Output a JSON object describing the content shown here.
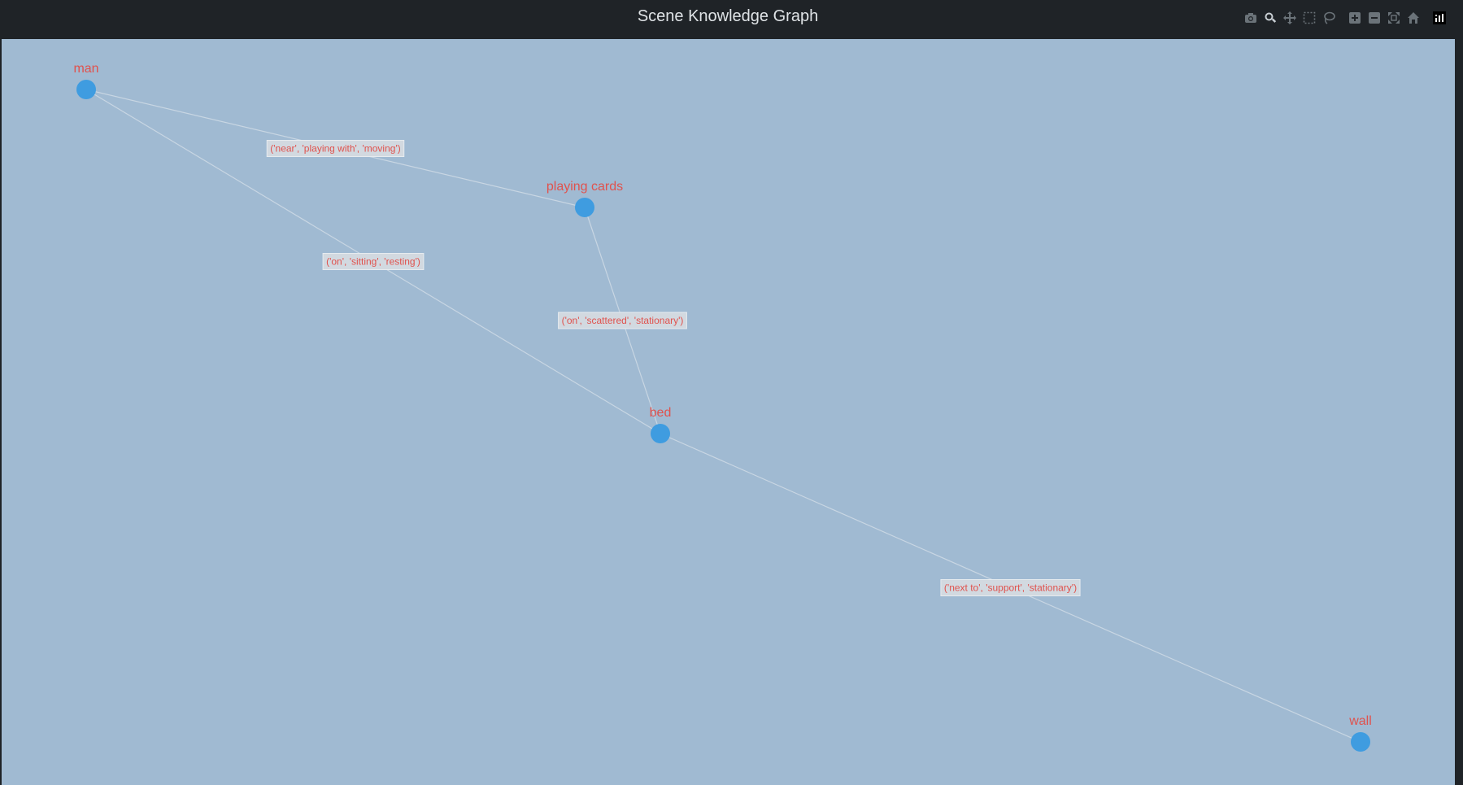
{
  "title": "Scene Knowledge Graph",
  "colors": {
    "background": "#1f2327",
    "plot_bg": "#a0bad2",
    "node": "#3f9ce0",
    "edge": "#c8d6e3",
    "label": "#e0524d",
    "title": "#dfe3e6"
  },
  "modebar": [
    {
      "name": "camera-icon",
      "label": "Download plot as a png"
    },
    {
      "name": "zoom-icon",
      "label": "Zoom"
    },
    {
      "name": "pan-icon",
      "label": "Pan"
    },
    {
      "name": "box-select-icon",
      "label": "Box Select"
    },
    {
      "name": "lasso-select-icon",
      "label": "Lasso Select"
    },
    {
      "name": "zoom-in-icon",
      "label": "Zoom in"
    },
    {
      "name": "zoom-out-icon",
      "label": "Zoom out"
    },
    {
      "name": "autoscale-icon",
      "label": "Autoscale"
    },
    {
      "name": "reset-axes-icon",
      "label": "Reset axes"
    },
    {
      "name": "plotly-logo-icon",
      "label": "Produced with Plotly"
    }
  ],
  "nodes": [
    {
      "id": "man",
      "label": "man"
    },
    {
      "id": "playing_cards",
      "label": "playing cards"
    },
    {
      "id": "bed",
      "label": "bed"
    },
    {
      "id": "wall",
      "label": "wall"
    }
  ],
  "edges": [
    {
      "source": "man",
      "target": "playing_cards",
      "label": "('near', 'playing with', 'moving')"
    },
    {
      "source": "man",
      "target": "bed",
      "label": "('on', 'sitting', 'resting')"
    },
    {
      "source": "playing_cards",
      "target": "bed",
      "label": "('on', 'scattered', 'stationary')"
    },
    {
      "source": "bed",
      "target": "wall",
      "label": "('next to', 'support', 'stationary')"
    }
  ]
}
